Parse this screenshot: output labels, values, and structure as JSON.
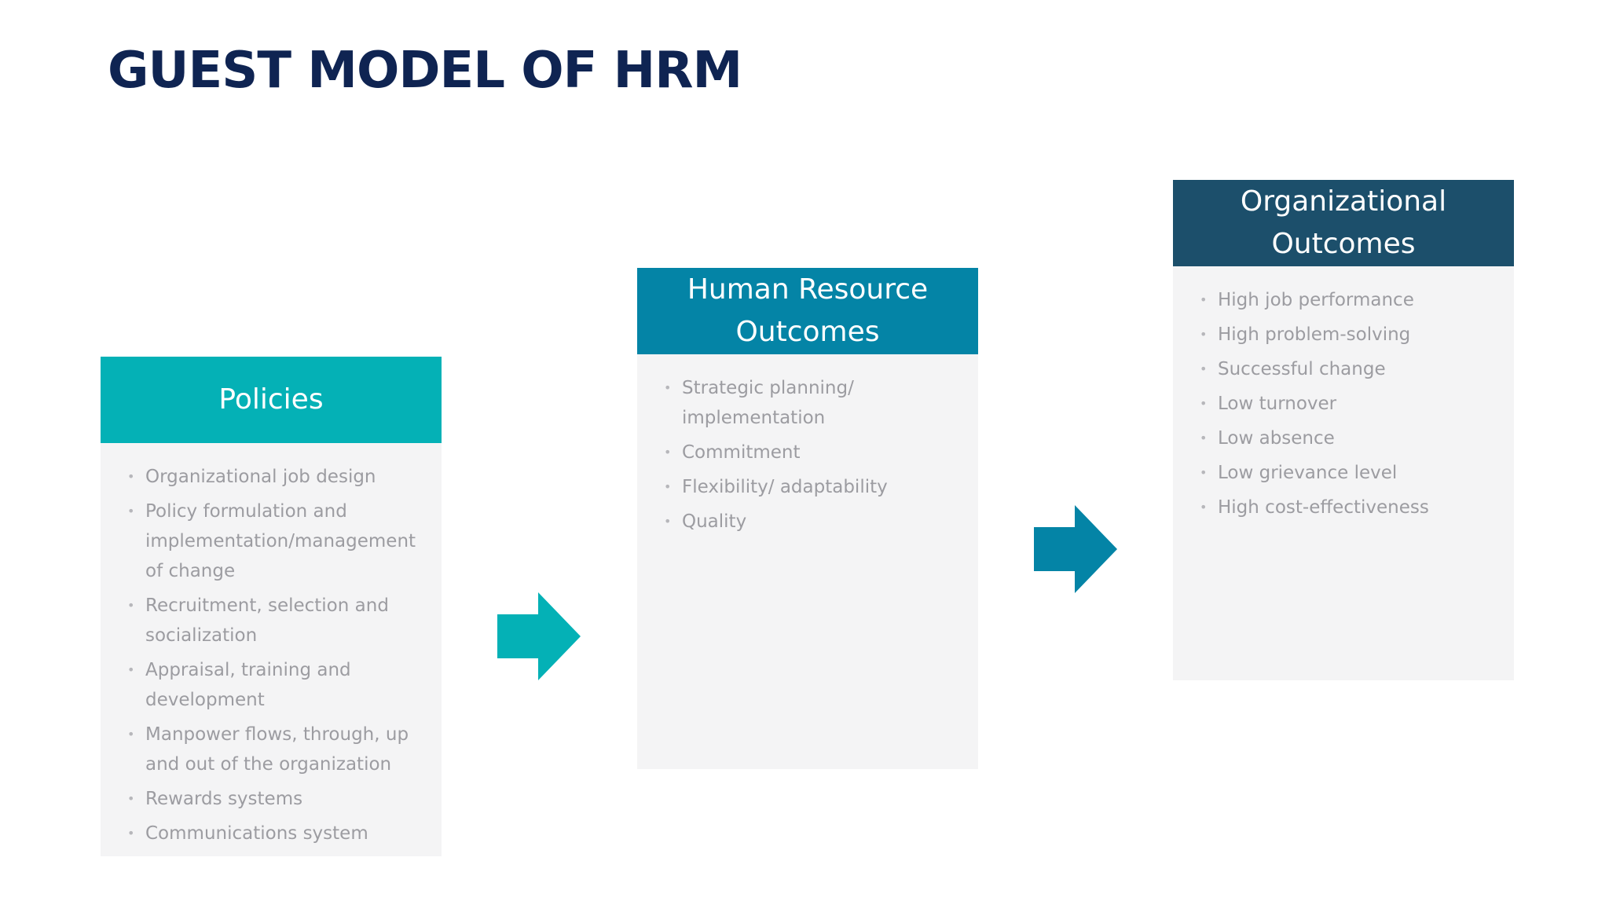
{
  "slide": {
    "title": "GUEST MODEL OF HRM"
  },
  "colors": {
    "title": "#0f2452",
    "policies_header": "#04b1b6",
    "hr_header": "#0484a6",
    "org_header": "#1c4f6b",
    "arrow_1": "#04b1b6",
    "arrow_2": "#0484a6",
    "panel_bg": "#f4f4f5",
    "bullet_text": "#9c9ca1"
  },
  "panels": {
    "policies": {
      "title": "Policies",
      "items": [
        "Organizational job design",
        "Policy formulation and implementation/management of change",
        "Recruitment, selection and socialization",
        "Appraisal, training and development",
        "Manpower flows, through, up and out of the organization",
        "Rewards systems",
        "Communications system"
      ]
    },
    "hr_outcomes": {
      "title": "Human Resource Outcomes",
      "items": [
        "Strategic planning/ implementation",
        "Commitment",
        "Flexibility/ adaptability",
        "Quality"
      ]
    },
    "org_outcomes": {
      "title": "Organizational Outcomes",
      "items": [
        "High job performance",
        "High problem-solving",
        "Successful change",
        "Low turnover",
        "Low absence",
        "Low grievance level",
        "High cost-effectiveness"
      ]
    }
  },
  "icons": {
    "bullet": "•",
    "flow_arrow": "right-arrow-icon"
  }
}
